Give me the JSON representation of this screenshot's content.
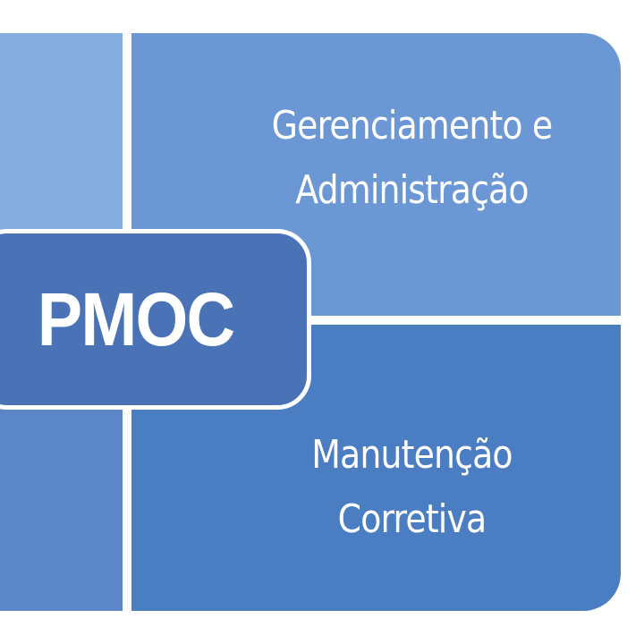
{
  "center": {
    "title": "PMOC"
  },
  "panels": {
    "top_right": {
      "line1": "Gerenciamento e",
      "line2": "Administração"
    },
    "bottom_right": {
      "line1": "Manutenção",
      "line2": "Corretiva"
    }
  },
  "colors": {
    "left_top": "#86ade0",
    "left_bottom": "#5b87c9",
    "right_top": "#6b98d4",
    "right_bottom": "#4a7dc1",
    "center": "#4a72b7",
    "text": "#ffffff"
  }
}
